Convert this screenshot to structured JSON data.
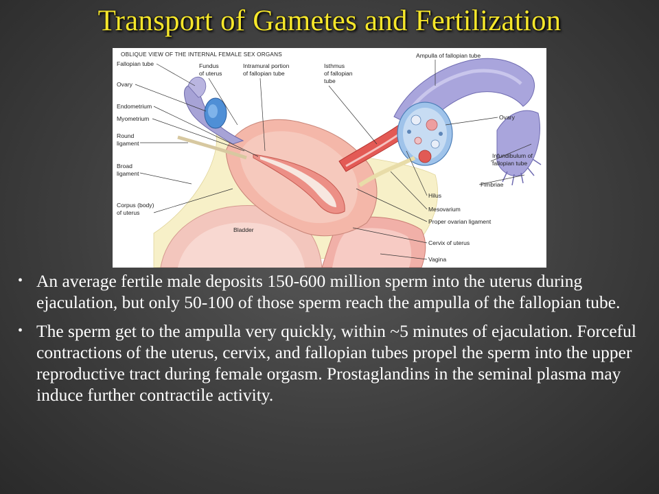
{
  "slide": {
    "title": "Transport of Gametes and Fertilization"
  },
  "figure": {
    "header": "OBLIQUE VIEW OF THE INTERNAL FEMALE SEX ORGANS",
    "labels": {
      "fallopian_tube": "Fallopian tube",
      "ovary_left": "Ovary",
      "endometrium": "Endometrium",
      "myometrium": "Myometrium",
      "round_ligament": [
        "Round",
        "ligament"
      ],
      "broad_ligament": [
        "Broad",
        "ligament"
      ],
      "corpus_uteri": [
        "Corpus (body)",
        "of uterus"
      ],
      "fundus": [
        "Fundus",
        "of uterus"
      ],
      "intramural": [
        "Intramural portion",
        "of fallopian tube"
      ],
      "isthmus": [
        "Isthmus",
        "of fallopian",
        "tube"
      ],
      "ampulla": "Ampulla of fallopian tube",
      "ovary_right": "Ovary",
      "infundibulum": [
        "Infundibulum of",
        "fallopian tube"
      ],
      "fimbriae": "Fimbriae",
      "hilus": "Hilus",
      "mesovarium": "Mesovarium",
      "proper_ovarian_ligament": "Proper ovarian ligament",
      "cervix": "Cervix of uterus",
      "vagina": "Vagina",
      "bladder": "Bladder"
    }
  },
  "bullets": [
    "An average fertile male deposits 150-600 million sperm into the uterus during ejaculation, but only 50-100 of those sperm reach the ampulla of the fallopian tube.",
    "The sperm get to the ampulla very quickly, within ~5 minutes of ejaculation. Forceful contractions of the uterus, cervix, and fallopian tubes propel the sperm into the upper reproductive tract during female orgasm. Prostaglandins in the seminal plasma may induce further contractile activity."
  ]
}
